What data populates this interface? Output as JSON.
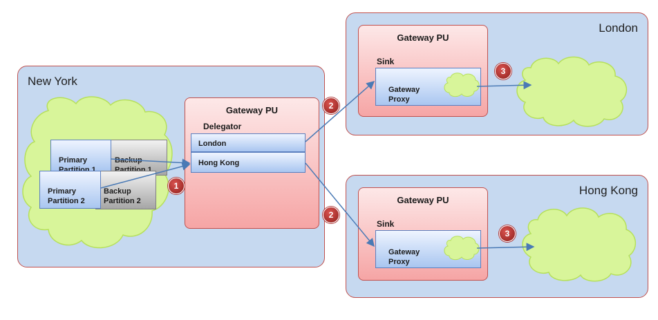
{
  "regions": {
    "new_york": {
      "title": "New York",
      "partitions": [
        {
          "primary": "Primary\nPartition 1",
          "backup": "Backup\nPartition 1"
        },
        {
          "primary": "Primary\nPartition 2",
          "backup": "Backup\nPartition 2"
        }
      ],
      "gateway": {
        "title": "Gateway PU",
        "delegator_label": "Delegator",
        "targets": [
          "London",
          "Hong Kong"
        ]
      },
      "badge": "1"
    },
    "london": {
      "title": "London",
      "gateway": {
        "title": "Gateway PU",
        "sink_label": "Sink",
        "proxy_label": "Gateway\nProxy"
      },
      "badge_in": "2",
      "badge_out": "3"
    },
    "hong_kong": {
      "title": "Hong Kong",
      "gateway": {
        "title": "Gateway PU",
        "sink_label": "Sink",
        "proxy_label": "Gateway\nProxy"
      },
      "badge_in": "2",
      "badge_out": "3"
    }
  },
  "colors": {
    "region_fill": "#c6d9f0",
    "region_border": "#c0504d",
    "cloud_fill": "#d8f59a",
    "arrow": "#4a7ab5",
    "badge": "#a52a26"
  }
}
